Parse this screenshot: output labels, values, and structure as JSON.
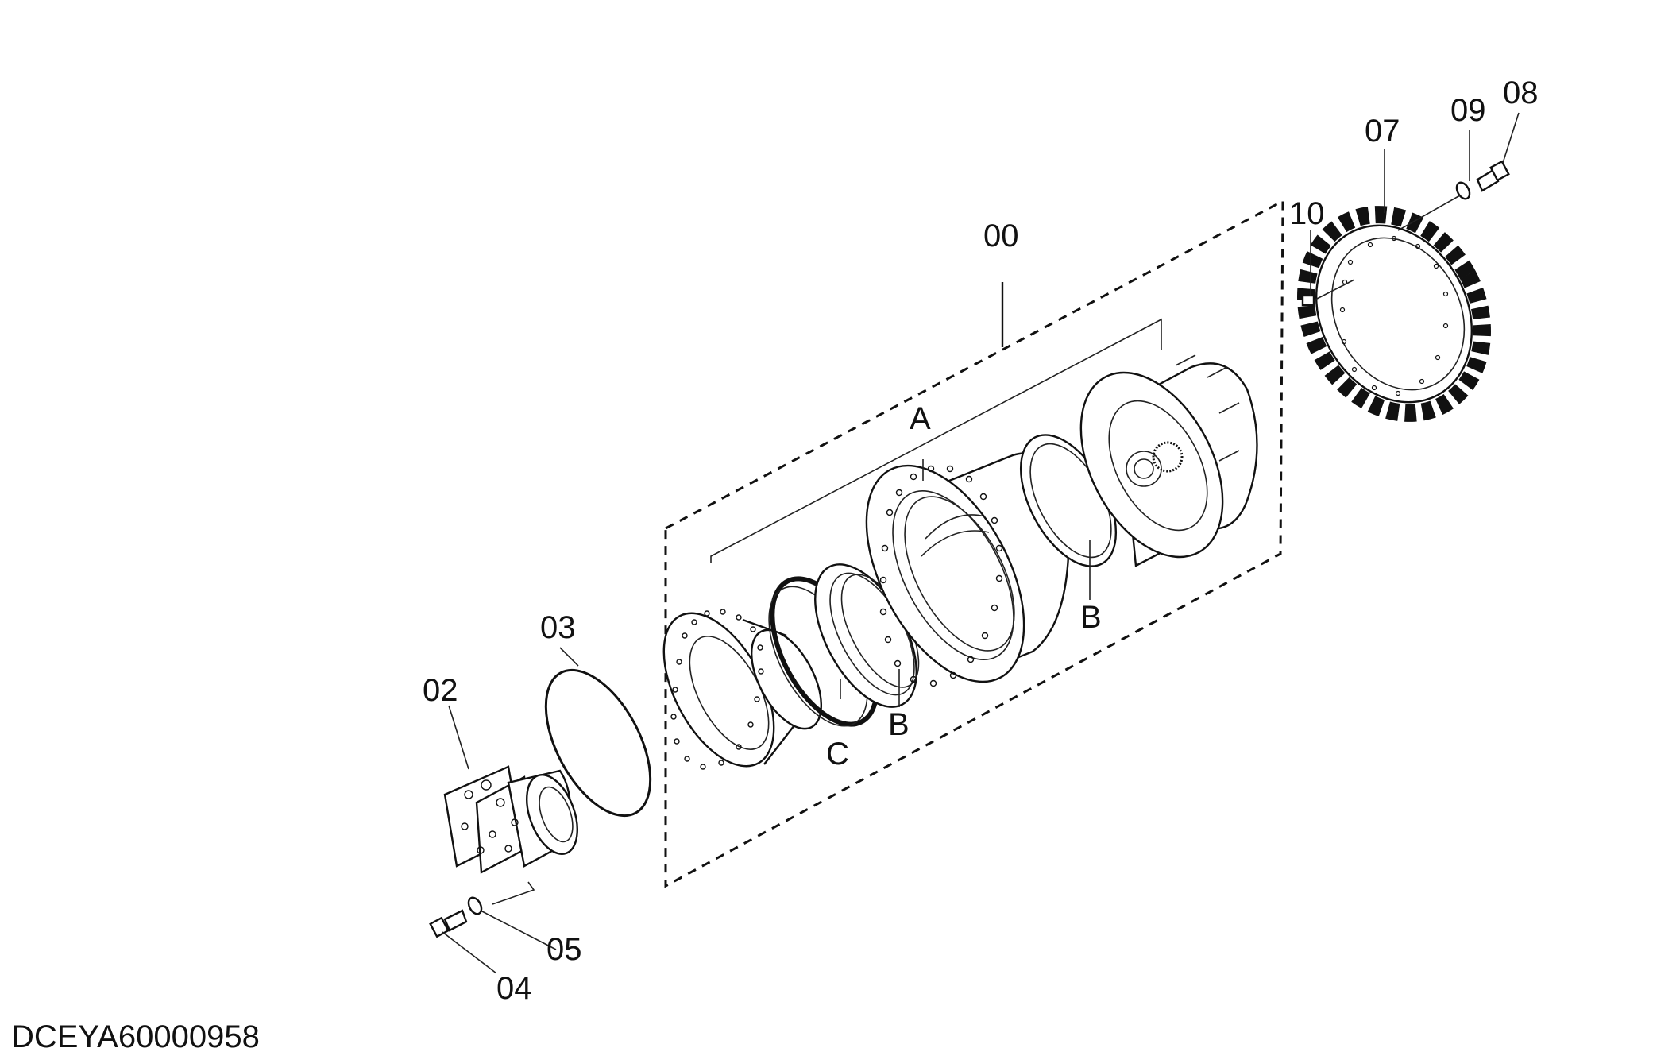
{
  "diagram": {
    "drawing_id": "DCEYA60000958",
    "callouts": {
      "assembly": "00",
      "motor": "02",
      "o_ring": "03",
      "bolt_lower": "04",
      "washer_lower": "05",
      "sprocket": "07",
      "bolt_upper": "08",
      "washer_upper": "09",
      "pin": "10",
      "sub_a": "A",
      "sub_b_left": "B",
      "sub_b_right": "B",
      "sub_c": "C"
    }
  }
}
